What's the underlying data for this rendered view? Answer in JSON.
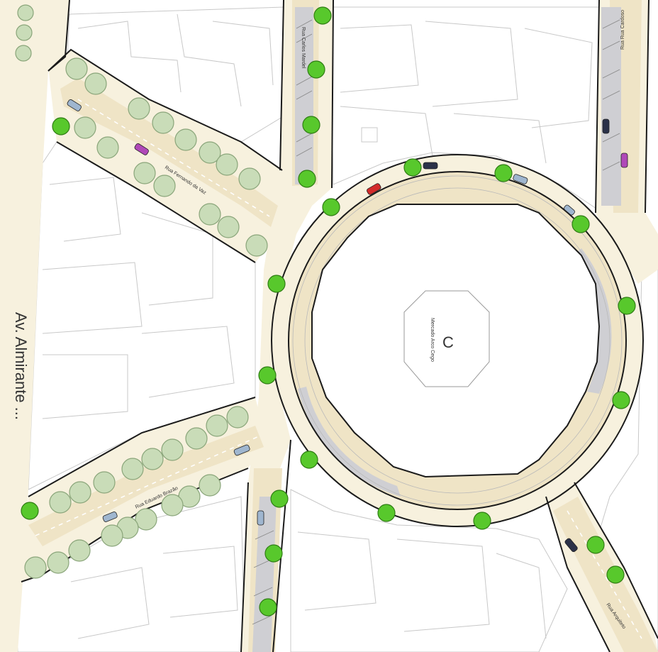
{
  "colors": {
    "background": "#ffffff",
    "sidewalk": "#f7f1de",
    "road": "#efe4c6",
    "building_fill": "#ffffff",
    "building_stroke": "#c8c8c8",
    "curb": "#1b1b1b",
    "parking": "#cfcfd3",
    "tree_existing": "#c9dcb8",
    "tree_existing_stroke": "#8aa57a",
    "tree_new": "#58c82c",
    "tree_new_stroke": "#2f7d14"
  },
  "labels": {
    "av_almirante": "Av. Almirante ...",
    "rua_fernando_vaz": "Rua Fernando da Vaz",
    "rua_carlos_mardel": "Rua Carlos Mardel",
    "rua_alves_cardoso": "Rua Rua Cardoso",
    "rua_eduardo_brazao": "Rua Eduardo Brazão",
    "rua_arquiteto": "Rua Arquiteto",
    "mercado_mark": "C",
    "mercado_name": "Mercado Arco Cego"
  },
  "legend_icons": [
    "tree-existing-icon",
    "tree-new-icon",
    "car-icon"
  ]
}
